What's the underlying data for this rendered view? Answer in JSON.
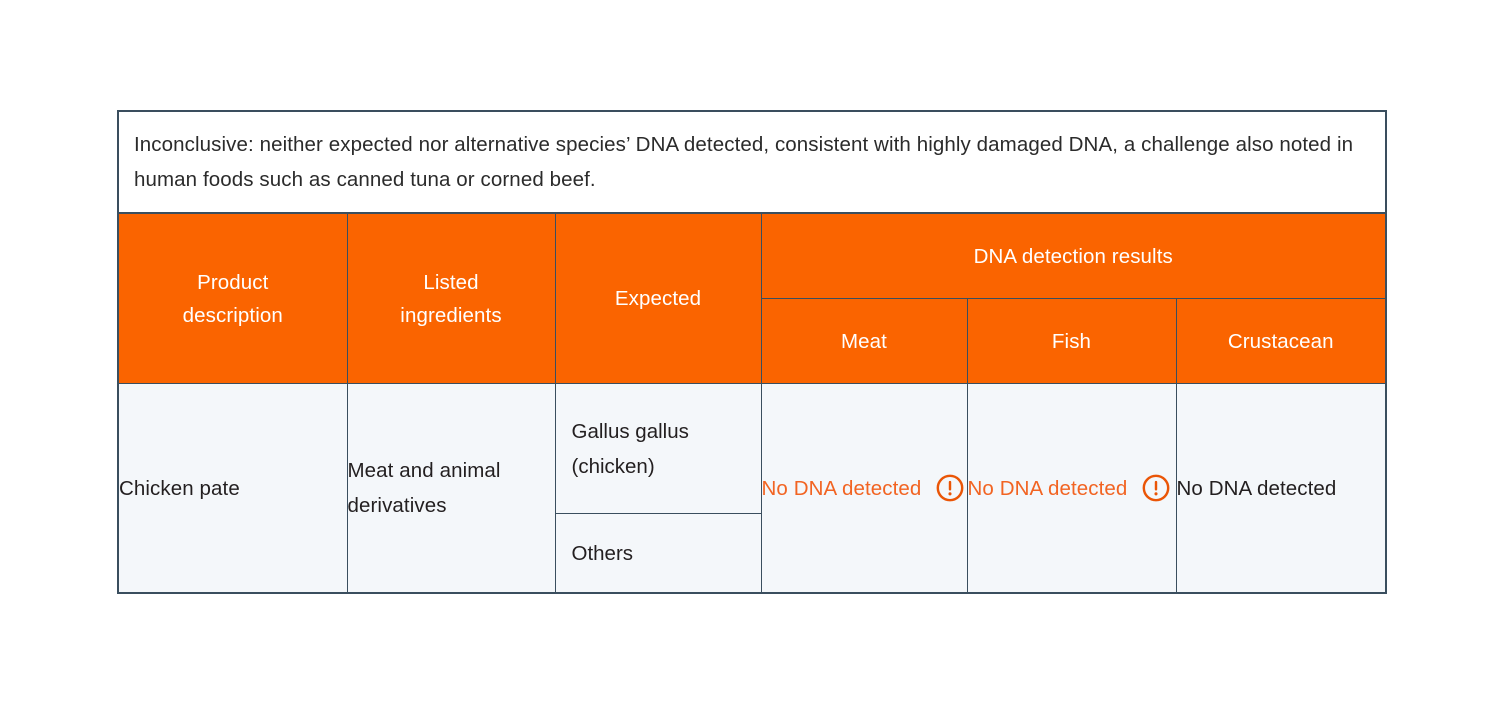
{
  "figure": {
    "note": "Inconclusive: neither expected nor alternative species’ DNA detected, consistent with highly damaged DNA, a challenge also noted in human foods such as canned tuna or corned beef.",
    "colors": {
      "header_orange": "#FA6400",
      "alert_orange": "#F26422",
      "border": "#3A4E5E",
      "cell_background": "#F4F7FA",
      "text_dark": "#231F20",
      "header_text": "#FFFFFF"
    }
  },
  "table": {
    "headers": {
      "product_description": "Product\ndescription",
      "product_description_line1": "Product",
      "product_description_line2": "description",
      "listed_ingredients_line1": "Listed",
      "listed_ingredients_line2": "ingredients",
      "expected": "Expected",
      "dna_group": "DNA detection results",
      "meat": "Meat",
      "fish": "Fish",
      "crustacean": "Crustacean"
    },
    "rows": [
      {
        "product_description": "Chicken pate",
        "listed_ingredients": "Meat and animal derivatives",
        "expected_primary": "Gallus gallus (chicken)",
        "expected_secondary": "Others",
        "meat": {
          "text": "No DNA detected",
          "alert": true,
          "icon": "alert-circle-icon"
        },
        "fish": {
          "text": "No DNA detected",
          "alert": true,
          "icon": "alert-circle-icon"
        },
        "crustacean": {
          "text": "No DNA detected",
          "alert": false,
          "icon": ""
        }
      }
    ]
  }
}
